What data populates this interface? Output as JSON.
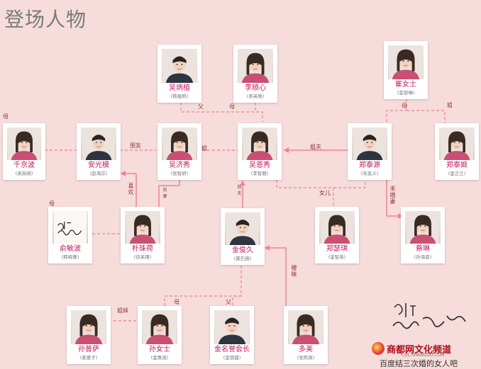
{
  "title": "登场人物",
  "characters": [
    {
      "id": "wu_bingzhi",
      "name": "吴炳植",
      "actor": "(韩振熙)",
      "gender": "m"
    },
    {
      "id": "li_shunxin",
      "name": "李顺心",
      "actor": "(表英姬)",
      "gender": "f"
    },
    {
      "id": "cui_nvshi",
      "name": "崔女士",
      "actor": "(金容琳)",
      "gender": "f"
    },
    {
      "id": "qian_jingbo",
      "name": "千京波",
      "actor": "(表英顺)",
      "gender": "f"
    },
    {
      "id": "an_guangmo",
      "name": "安光模",
      "actor": "(赵海宗)",
      "gender": "m"
    },
    {
      "id": "wu_jixiu",
      "name": "吴济秀",
      "actor": "(张智妍)",
      "gender": "f"
    },
    {
      "id": "wu_enxiu",
      "name": "吴恩秀",
      "actor": "(李智雅)",
      "gender": "f"
    },
    {
      "id": "zheng_taiyuan",
      "name": "郑泰源",
      "actor": "(宋昌义)",
      "gender": "m"
    },
    {
      "id": "zheng_taitan",
      "name": "郑泰姬",
      "actor": "(金正兰)",
      "gender": "f"
    },
    {
      "id": "yu_minbo",
      "name": "俞敏波",
      "actor": "(韩梅惠)",
      "gender": "f",
      "signature": true
    },
    {
      "id": "piao_zhuhe",
      "name": "朴珠荷",
      "actor": "(徐英禧)",
      "gender": "f"
    },
    {
      "id": "jin_junjiu",
      "name": "金俊久",
      "actor": "(夏石振)",
      "gender": "m"
    },
    {
      "id": "zheng_seqi",
      "name": "郑瑟琪",
      "actor": "(金智英)",
      "gender": "f"
    },
    {
      "id": "cai_lin",
      "name": "蔡琳",
      "actor": "(孙海恩)",
      "gender": "f"
    },
    {
      "id": "sun_puna",
      "name": "孙普萨",
      "actor": "(姜富子)",
      "gender": "f"
    },
    {
      "id": "sun_nvshi",
      "name": "孙女士",
      "actor": "(金惠淑)",
      "gender": "f"
    },
    {
      "id": "jin_mingyu",
      "name": "金名誉会长",
      "actor": "(金容建)",
      "gender": "m"
    },
    {
      "id": "duo_mei",
      "name": "多美",
      "actor": "(张熙真)",
      "gender": "f"
    }
  ],
  "relations": {
    "father": "父",
    "mother": "母",
    "friend": "朋友",
    "sister": "姐",
    "brother_in_law": "姐夫",
    "daughter": "女儿",
    "fiancee": "未婚妻",
    "likes": "喜欢",
    "ex_wife": "前妻",
    "ex_husband": "前夫",
    "ambiguous": "暧昧",
    "sisters": "姐妹"
  },
  "watermark": {
    "site_name": "商都网文化频道",
    "site_url": "CUL.SHANGDU.COM",
    "caption": "百度结三次婚的女人吧",
    "calligraphy_line1": "세번",
    "calligraphy_line2": "결혼하는 女"
  },
  "colors": {
    "background": "#f6dcdb",
    "line": "#f080a0",
    "name": "#c2185b",
    "card": "#ffffff"
  }
}
